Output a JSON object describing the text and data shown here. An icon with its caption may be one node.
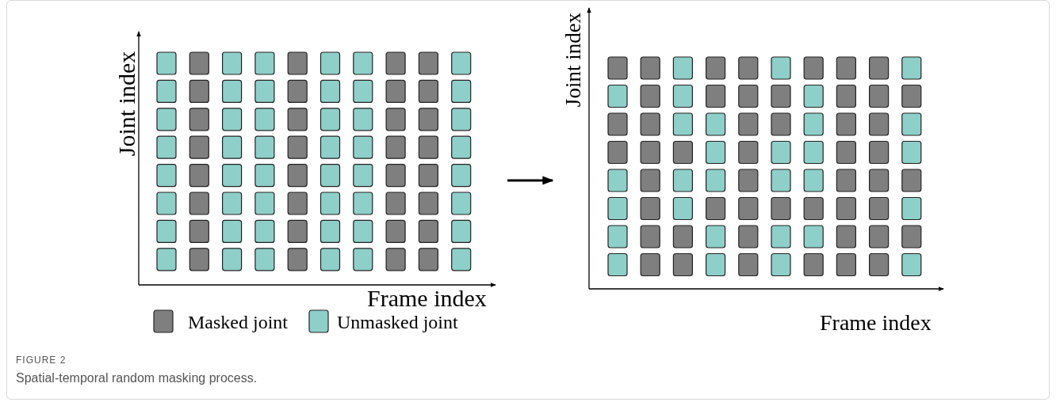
{
  "diagram": {
    "caption": "Spatial-temporal random masking process.",
    "nodes": [
      {
        "text": [],
        "shape": "picture"
      },
      {
        "text": [],
        "shape": "picture"
      }
    ],
    "edges": [
      {
        "from": 0,
        "to": 1,
        "arrow": "to"
      }
    ],
    "labels": [
      "Joint index",
      "Frame index",
      "Joint index",
      "Frame index",
      "FIGURE 2"
    ],
    "legend": [
      {
        "text": "Masked joint",
        "color": "#7f7f7f"
      },
      {
        "text": "Unmasked joint",
        "color": "#8ecfc9"
      }
    ]
  }
}
